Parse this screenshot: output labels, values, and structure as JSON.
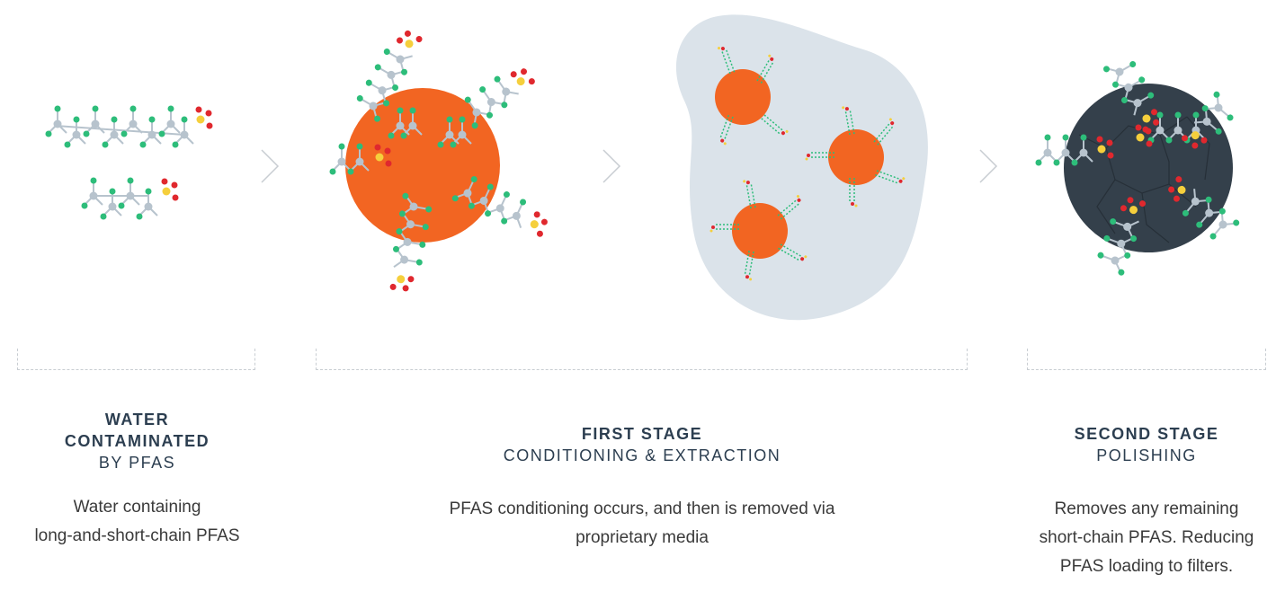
{
  "colors": {
    "title": "#2c3e50",
    "body": "#3a3a3a",
    "orange": "#f26522",
    "dark_sphere": "#34404b",
    "blob": "#dbe3ea",
    "atom_gray": "#b7c3cd",
    "atom_green": "#2dbd7a",
    "atom_red": "#e0282e",
    "atom_yellow": "#f5cf3c",
    "chevron": "#c8cdd2"
  },
  "stages": [
    {
      "title": "WATER CONTAMINATED",
      "title_line1": "WATER",
      "title_line2": "CONTAMINATED",
      "subtitle": "BY PFAS",
      "description_line1": "Water containing",
      "description_line2": "long-and-short-chain PFAS"
    },
    {
      "title": "FIRST STAGE",
      "subtitle": "CONDITIONING & EXTRACTION",
      "description_line1": "PFAS conditioning occurs, and then is removed via",
      "description_line2": "proprietary media"
    },
    {
      "title": "SECOND STAGE",
      "subtitle": "POLISHING",
      "description_line1": "Removes any remaining",
      "description_line2": "short-chain PFAS. Reducing",
      "description_line3": "PFAS loading to filters."
    }
  ],
  "icons": [
    "chevron-right-icon",
    "pfas-molecule-icon",
    "media-sphere-icon",
    "polishing-sphere-icon"
  ]
}
